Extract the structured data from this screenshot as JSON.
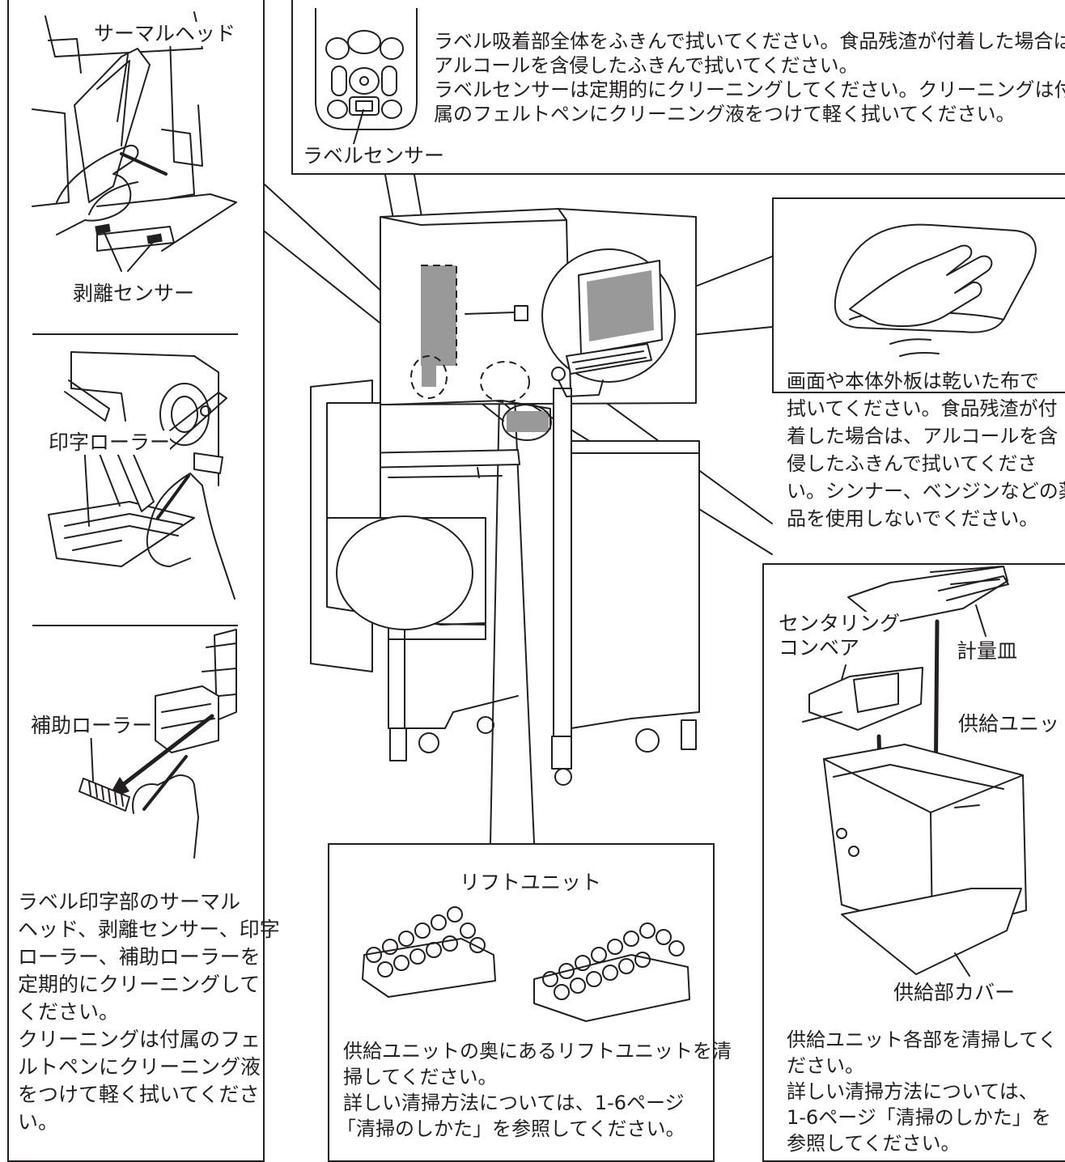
{
  "left_panel": {
    "thermal_head_label": "サーマルヘッド",
    "peel_sensor_label": "剥離センサー",
    "print_roller_label": "印字ローラー",
    "aux_roller_label": "補助ローラー",
    "description_lines": [
      "ラベル印字部のサーマル",
      "ヘッド、剥離センサー、印字",
      "ローラー、補助ローラーを",
      "定期的にクリーニングして",
      "ください。",
      "クリーニングは付属のフェ",
      "ルトペンにクリーニング液",
      "をつけて軽く拭いてくださ",
      "い。"
    ]
  },
  "top_panel": {
    "label_sensor_label": "ラベルセンサー",
    "description_lines": [
      "ラベル吸着部全体をふきんで拭いてください。食品残渣が付着した場合は",
      "アルコールを含侵したふきんで拭いてください。",
      "ラベルセンサーは定期的にクリーニングしてください。クリーニングは付",
      "属のフェルトペンにクリーニング液をつけて軽く拭いてください。"
    ]
  },
  "right_top_panel": {
    "description_lines": [
      "画面や本体外板は乾いた布で",
      "拭いてください。食品残渣が付",
      "着した場合は、アルコールを含",
      "侵したふきんで拭いてくださ",
      "い。シンナー、ベンジンなどの薬",
      "品を使用しないでください。"
    ]
  },
  "right_bottom_panel": {
    "centering_conveyor_label_lines": [
      "センタリング",
      "コンベア"
    ],
    "weighing_tray_label": "計量皿",
    "supply_unit_label": "供給ユニット",
    "supply_cover_label": "供給部カバー",
    "description_lines": [
      "供給ユニット各部を清掃してく",
      "ださい。",
      "詳しい清掃方法については、",
      "1-6ページ「清掃のしかた」を",
      "参照してください。"
    ]
  },
  "bottom_panel": {
    "lift_unit_label": "リフトユニット",
    "description_lines": [
      "供給ユニットの奥にあるリフトユニットを清",
      "掃してください。",
      "詳しい清掃方法については、1-6ページ",
      "「清掃のしかた」を参照してください。"
    ]
  }
}
